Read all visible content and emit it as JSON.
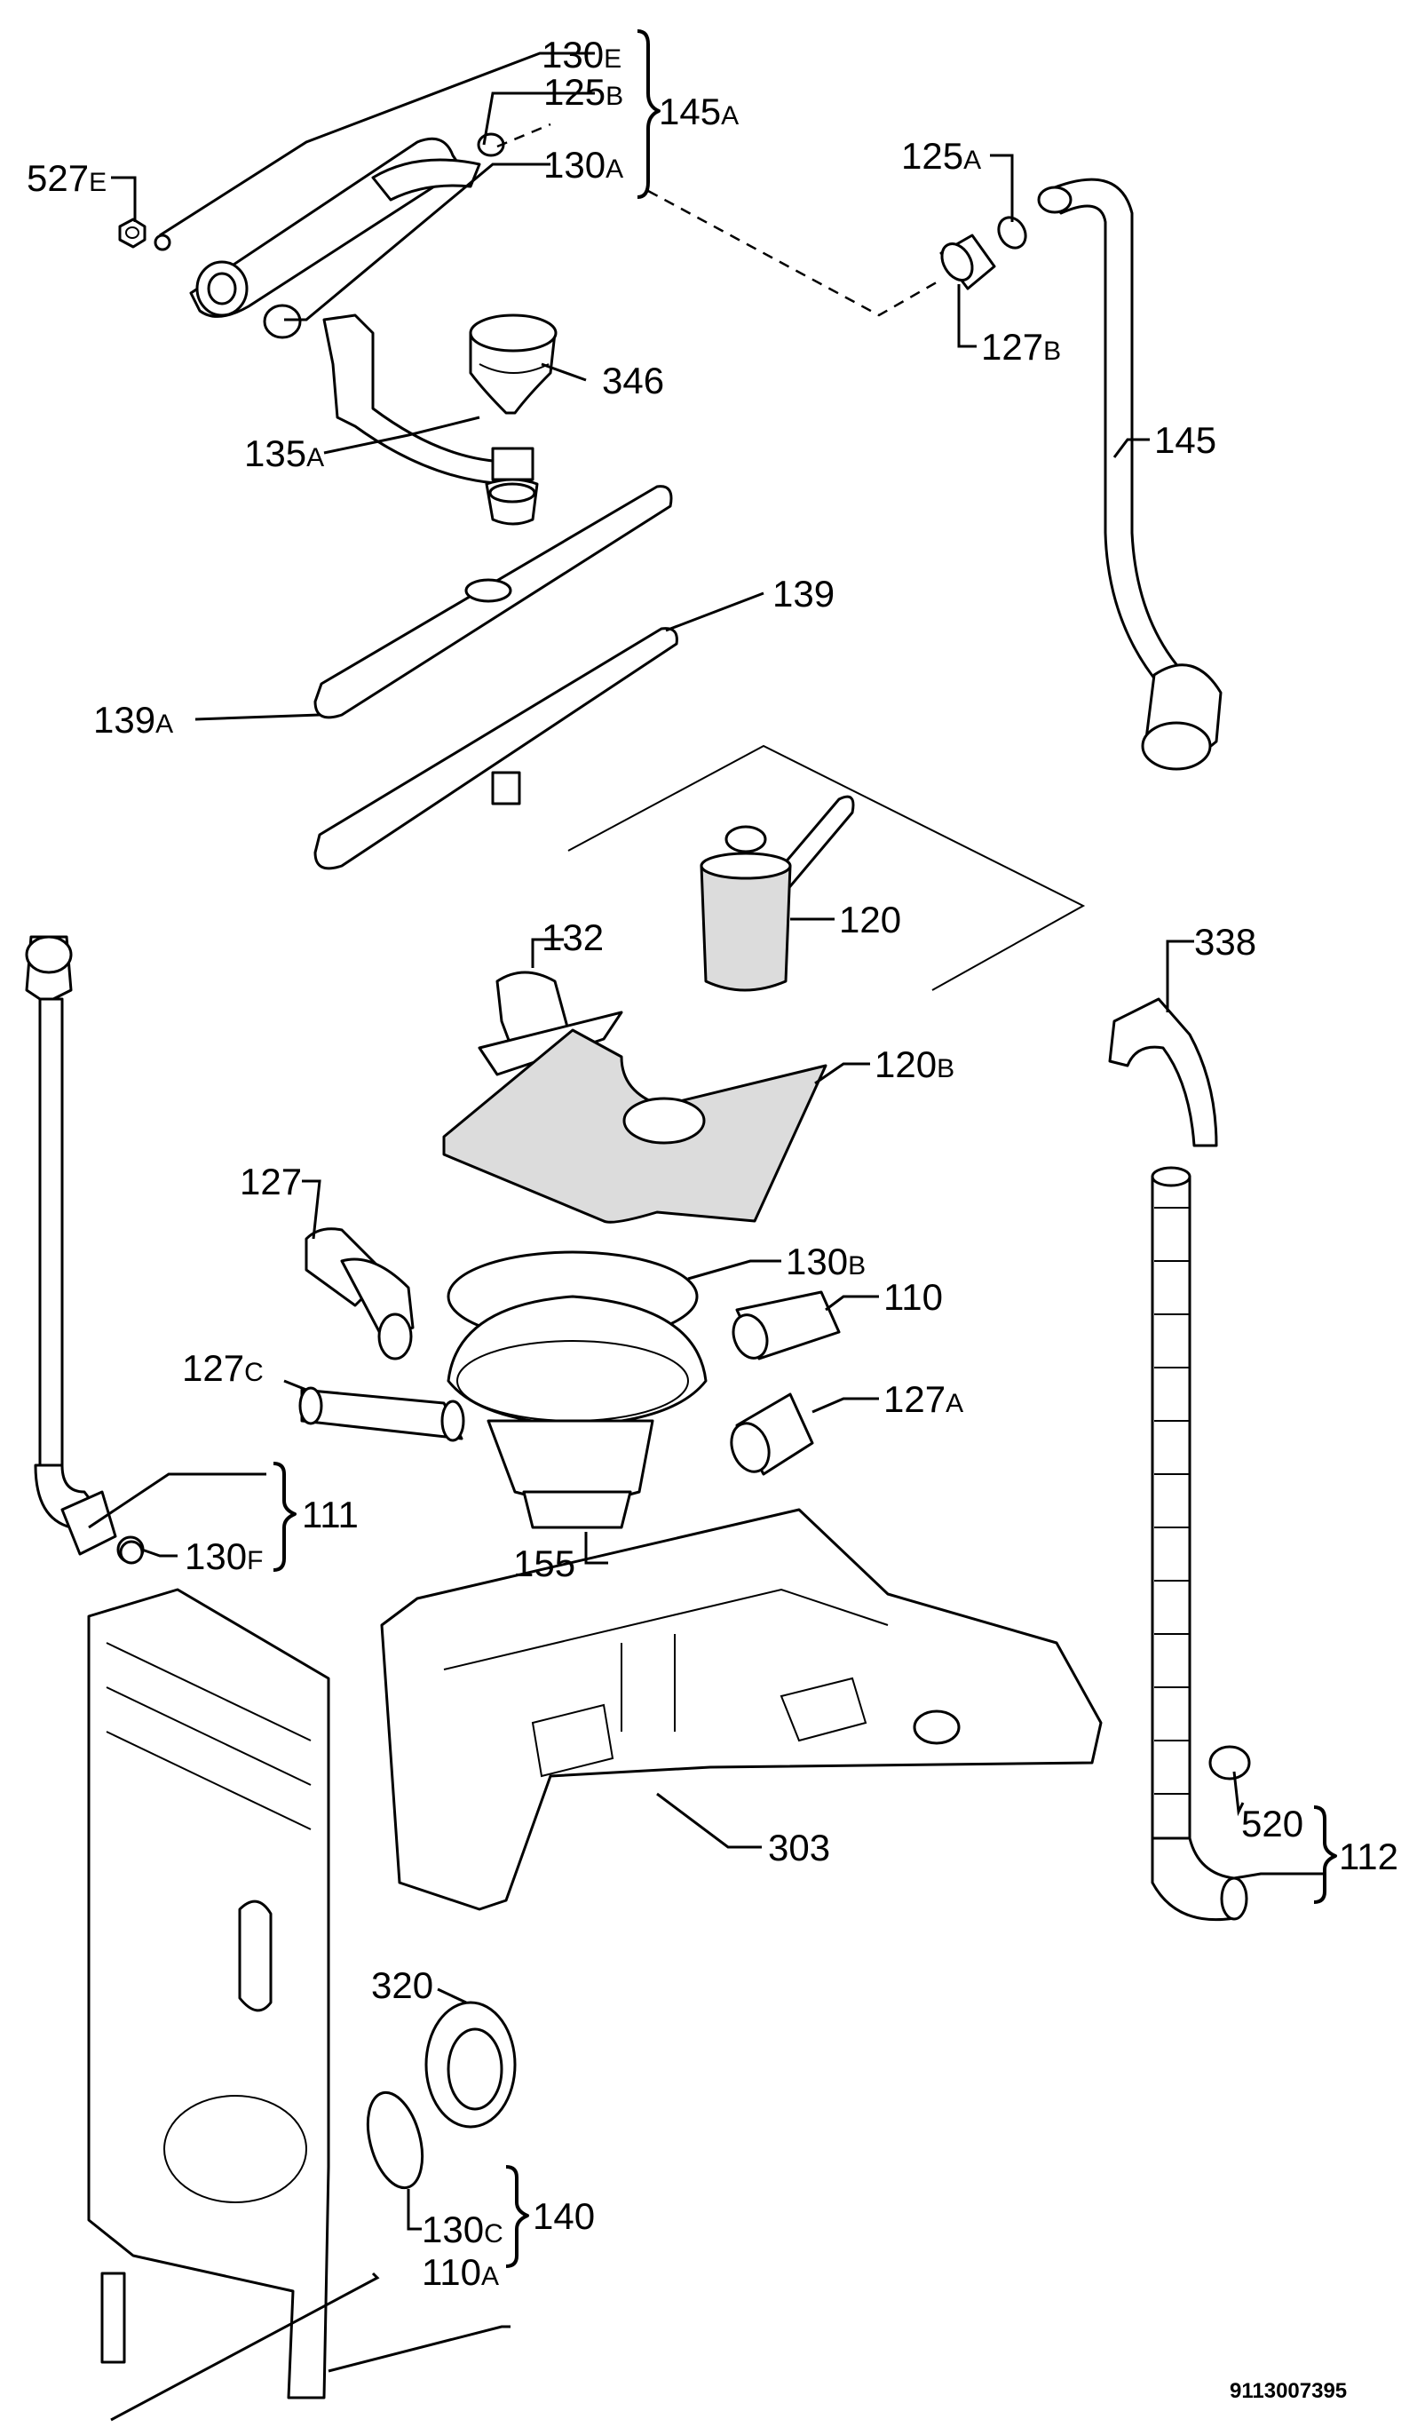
{
  "labels": {
    "l130E": {
      "num": "130",
      "sfx": "E"
    },
    "l125B": {
      "num": "125",
      "sfx": "B"
    },
    "l145A": {
      "num": "145",
      "sfx": "A"
    },
    "l130A": {
      "num": "130",
      "sfx": "A"
    },
    "l527E": {
      "num": "527",
      "sfx": "E"
    },
    "l125A": {
      "num": "125",
      "sfx": "A"
    },
    "l127B": {
      "num": "127",
      "sfx": "B"
    },
    "l346": {
      "num": "346",
      "sfx": ""
    },
    "l135A": {
      "num": "135",
      "sfx": "A"
    },
    "l145": {
      "num": "145",
      "sfx": ""
    },
    "l139": {
      "num": "139",
      "sfx": ""
    },
    "l139A": {
      "num": "139",
      "sfx": "A"
    },
    "l120": {
      "num": "120",
      "sfx": ""
    },
    "l132": {
      "num": "132",
      "sfx": ""
    },
    "l338": {
      "num": "338",
      "sfx": ""
    },
    "l120B": {
      "num": "120",
      "sfx": "B"
    },
    "l127": {
      "num": "127",
      "sfx": ""
    },
    "l130B": {
      "num": "130",
      "sfx": "B"
    },
    "l110": {
      "num": "110",
      "sfx": ""
    },
    "l127C": {
      "num": "127",
      "sfx": "C"
    },
    "l127A": {
      "num": "127",
      "sfx": "A"
    },
    "l111": {
      "num": "111",
      "sfx": ""
    },
    "l130F": {
      "num": "130",
      "sfx": "F"
    },
    "l155": {
      "num": "155",
      "sfx": ""
    },
    "l303": {
      "num": "303",
      "sfx": ""
    },
    "l520": {
      "num": "520",
      "sfx": ""
    },
    "l112": {
      "num": "112",
      "sfx": ""
    },
    "l320": {
      "num": "320",
      "sfx": ""
    },
    "l130C": {
      "num": "130",
      "sfx": "C"
    },
    "l140": {
      "num": "140",
      "sfx": ""
    },
    "l110A": {
      "num": "110",
      "sfx": "A"
    }
  },
  "drawing_code": "9113007395"
}
